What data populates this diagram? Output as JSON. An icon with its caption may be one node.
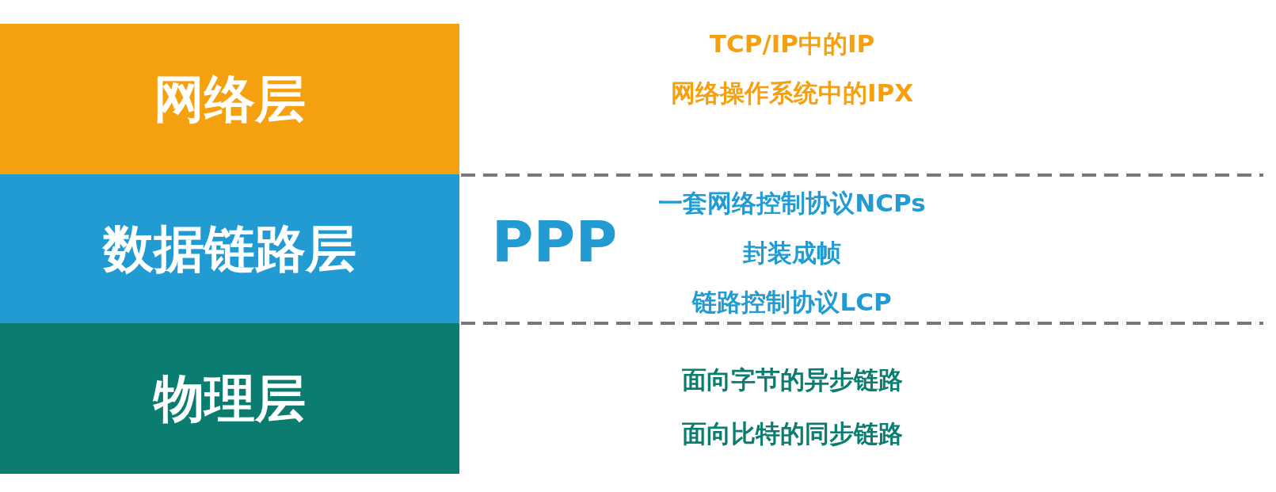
{
  "diagram": {
    "nodes": [
      {
        "text": [
          "网络层"
        ]
      },
      {
        "text": [
          "数据链路层"
        ]
      },
      {
        "text": [
          "物理层"
        ]
      }
    ],
    "labels": [
      "TCP/IP中的IP",
      "网络操作系统中的IPX",
      "PPP",
      "一套网络控制协议NCPs",
      "封装成帧",
      "链路控制协议LCP",
      "面向字节的异步链路",
      "面向比特的同步链路"
    ]
  }
}
